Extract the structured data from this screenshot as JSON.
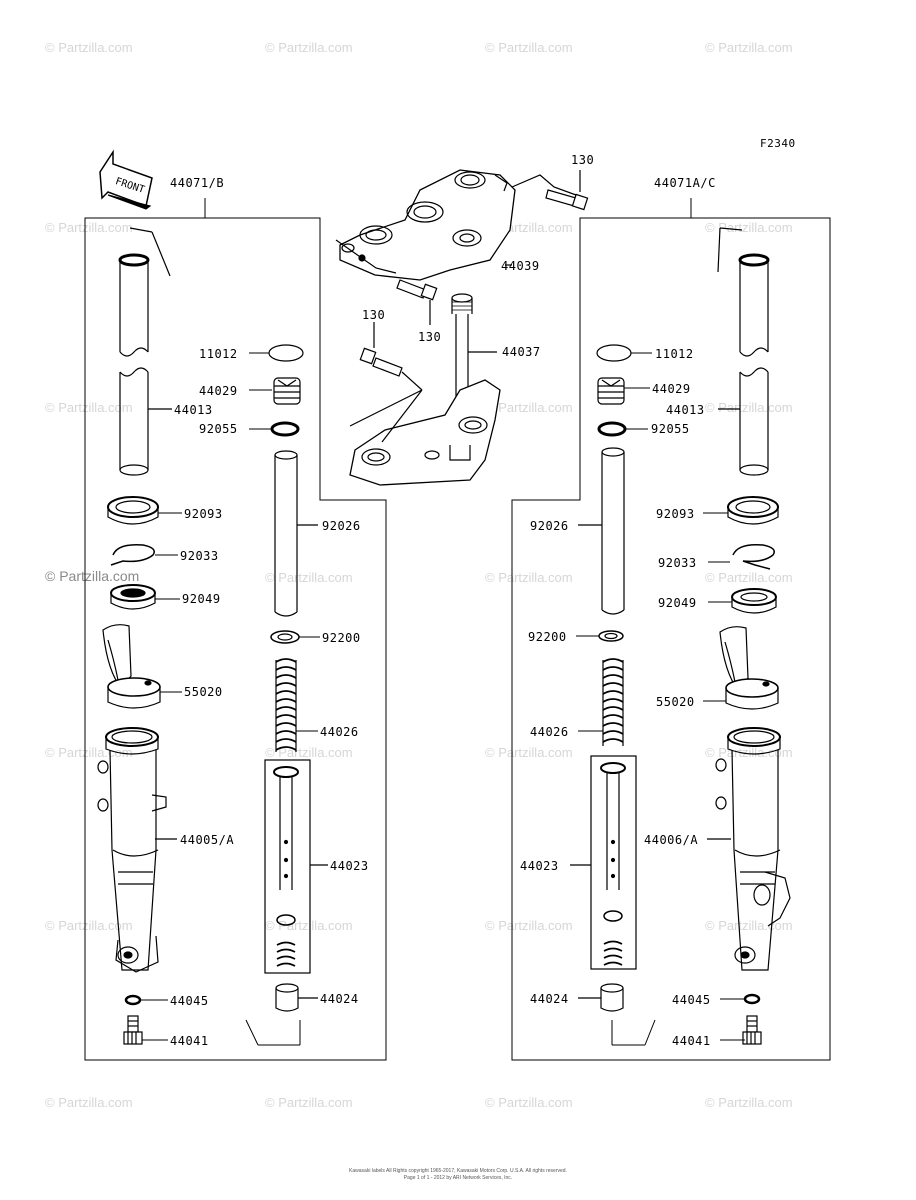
{
  "figure_code": "F2340",
  "front_label": "FRONT",
  "assembly_labels": {
    "left": "44071/B",
    "right": "44071A/C"
  },
  "parts": {
    "bolt_top": "130",
    "bolt_upper_clamp": "130",
    "bolt_lower_clamp": "130",
    "upper_bracket": "44039",
    "steering_stem": "44037",
    "left": {
      "cap": "11012",
      "plug": "44029",
      "o_ring": "92055",
      "tube": "44013",
      "seal": "92093",
      "circlip": "92033",
      "oil_seal": "92049",
      "guard": "55020",
      "outer_tube": "44005/A",
      "washer": "44045",
      "bolt": "44041",
      "collar": "92026",
      "washer2": "92200",
      "spring": "44026",
      "piston": "44023",
      "piece": "44024"
    },
    "right": {
      "cap": "11012",
      "plug": "44029",
      "o_ring": "92055",
      "tube": "44013",
      "seal": "92093",
      "circlip": "92033",
      "oil_seal": "92049",
      "guard": "55020",
      "outer_tube": "44006/A",
      "washer": "44045",
      "bolt": "44041",
      "collar": "92026",
      "washer2": "92200",
      "spring": "44026",
      "piston": "44023",
      "piece": "44024"
    }
  },
  "watermark_text": "© Partzilla.com",
  "footer": {
    "line1": "Kawasaki labels All Rights copyright 1965-2017, Kawasaki Motors Corp. U.S.A. All rights reserved.",
    "line2": "Page 1 of 1 - 2012 by ARI Network Services, Inc."
  }
}
